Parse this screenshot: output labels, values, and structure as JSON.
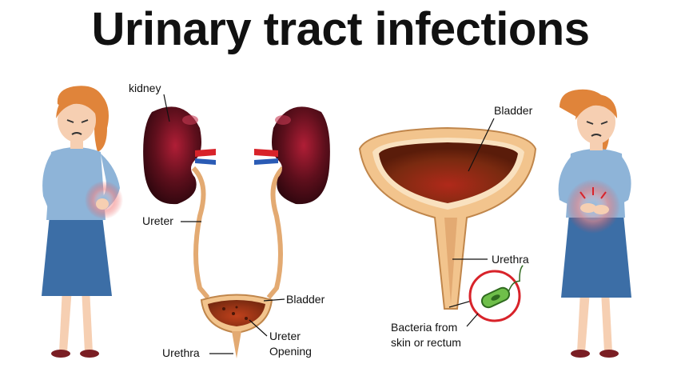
{
  "title": "Urinary tract infections",
  "colors": {
    "kidney_dark": "#3a0a12",
    "kidney_mid": "#7a1424",
    "ureter_tan": "#e3aa72",
    "bladder_inner": "#b3471e",
    "artery_red": "#d8232a",
    "vein_blue": "#2a5bb5",
    "shirt_blue": "#8eb4d8",
    "skirt_blue": "#3c6ea6",
    "hair": "#e0843a",
    "skin": "#f6cfb2",
    "inflammation": "#e64545",
    "bacteria_green": "#6fbf4a"
  },
  "labels": {
    "left_kidney": "kidney",
    "left_ureter": "Ureter",
    "left_bladder": "Bladder",
    "left_ureter_opening": "Ureter\nOpening",
    "left_urethra": "Urethra",
    "right_bladder": "Bladder",
    "right_urethra": "Urethra",
    "right_bacteria": "Bacteria from\nskin or rectum"
  },
  "label_lines": {
    "ureter_opening": [
      "Ureter",
      "Opening"
    ],
    "bacteria": [
      "Bacteria from",
      "skin or rectum"
    ]
  }
}
